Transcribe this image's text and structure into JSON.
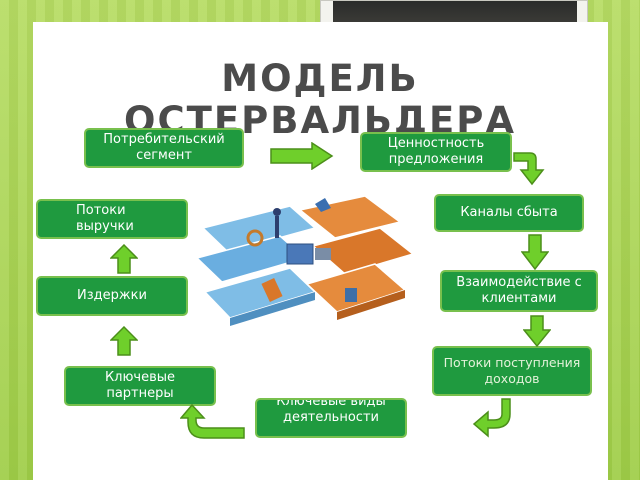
{
  "slide": {
    "title": "МОДЕЛЬ ОСТЕРВАЛЬДЕРА",
    "boxes": {
      "consumer_segment": "Потребительский сегмент",
      "value_proposition": "Ценностность предложения",
      "sales_channels": "Каналы сбыта",
      "revenue_streams": "Потоки выручки",
      "customer_interaction": "Взаимодействие с клиентами",
      "costs": "Издержки",
      "income_streams": "Потоки поступления доходов",
      "key_partners": "Ключевые партнеры",
      "key_activities": "Ключевые виды деятельности"
    }
  },
  "colors": {
    "box_fill": "#1f9a3f",
    "box_border": "#78c04d",
    "arrow_fill": "#6fcf2b",
    "arrow_stroke": "#4c8f1a",
    "title_color": "#4b4b4b",
    "background": "#a9d453"
  }
}
